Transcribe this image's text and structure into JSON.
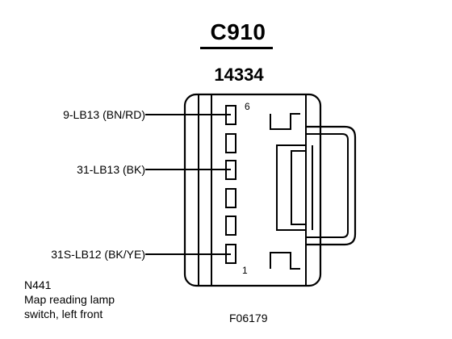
{
  "connector": {
    "id": "C910",
    "part_number": "14334"
  },
  "wires": [
    {
      "label": "9-LB13 (BN/RD)"
    },
    {
      "label": "31-LB13 (BK)"
    },
    {
      "label": "31S-LB12 (BK/YE)"
    }
  ],
  "pins": {
    "top": "6",
    "bottom": "1"
  },
  "component": {
    "code": "N441",
    "line1": "Map reading lamp",
    "line2": "switch, left front"
  },
  "figure_id": "F06179"
}
